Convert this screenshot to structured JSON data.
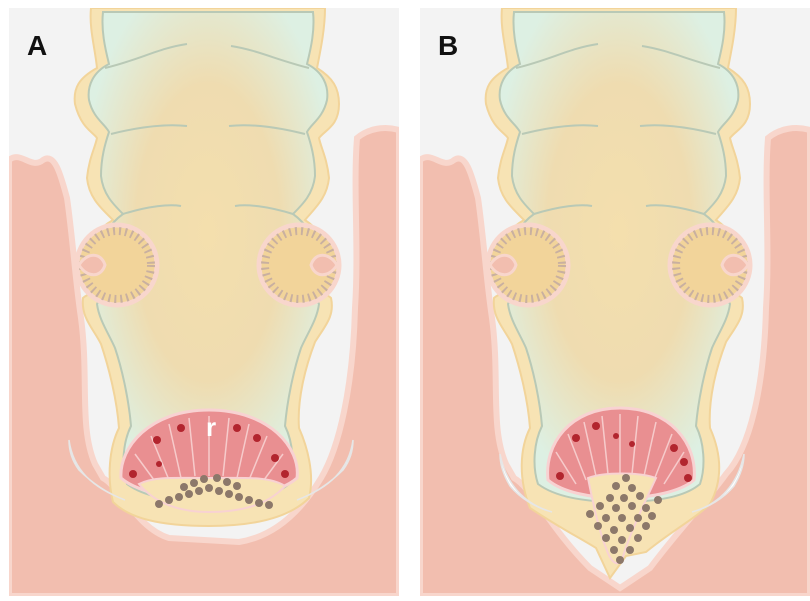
{
  "panels": [
    {
      "label": "A",
      "inline_label": "r"
    },
    {
      "label": "B",
      "inline_label": ""
    }
  ],
  "colors": {
    "background": "#f3f3f3",
    "tissue": "#f2beaf",
    "tissue_edge": "#f8d6cc",
    "outer_membrane": "#f7e3b4",
    "inner_membrane": "#b9c9b6",
    "lumen_light": "#ddf0e3",
    "lumen_core": "#f4dfad",
    "radial_tissue": "#e98f91",
    "radial_line": "#f8d2d2",
    "dark_dot": "#b2252e",
    "granule": "#8c786a",
    "hook": "#ffffff"
  }
}
